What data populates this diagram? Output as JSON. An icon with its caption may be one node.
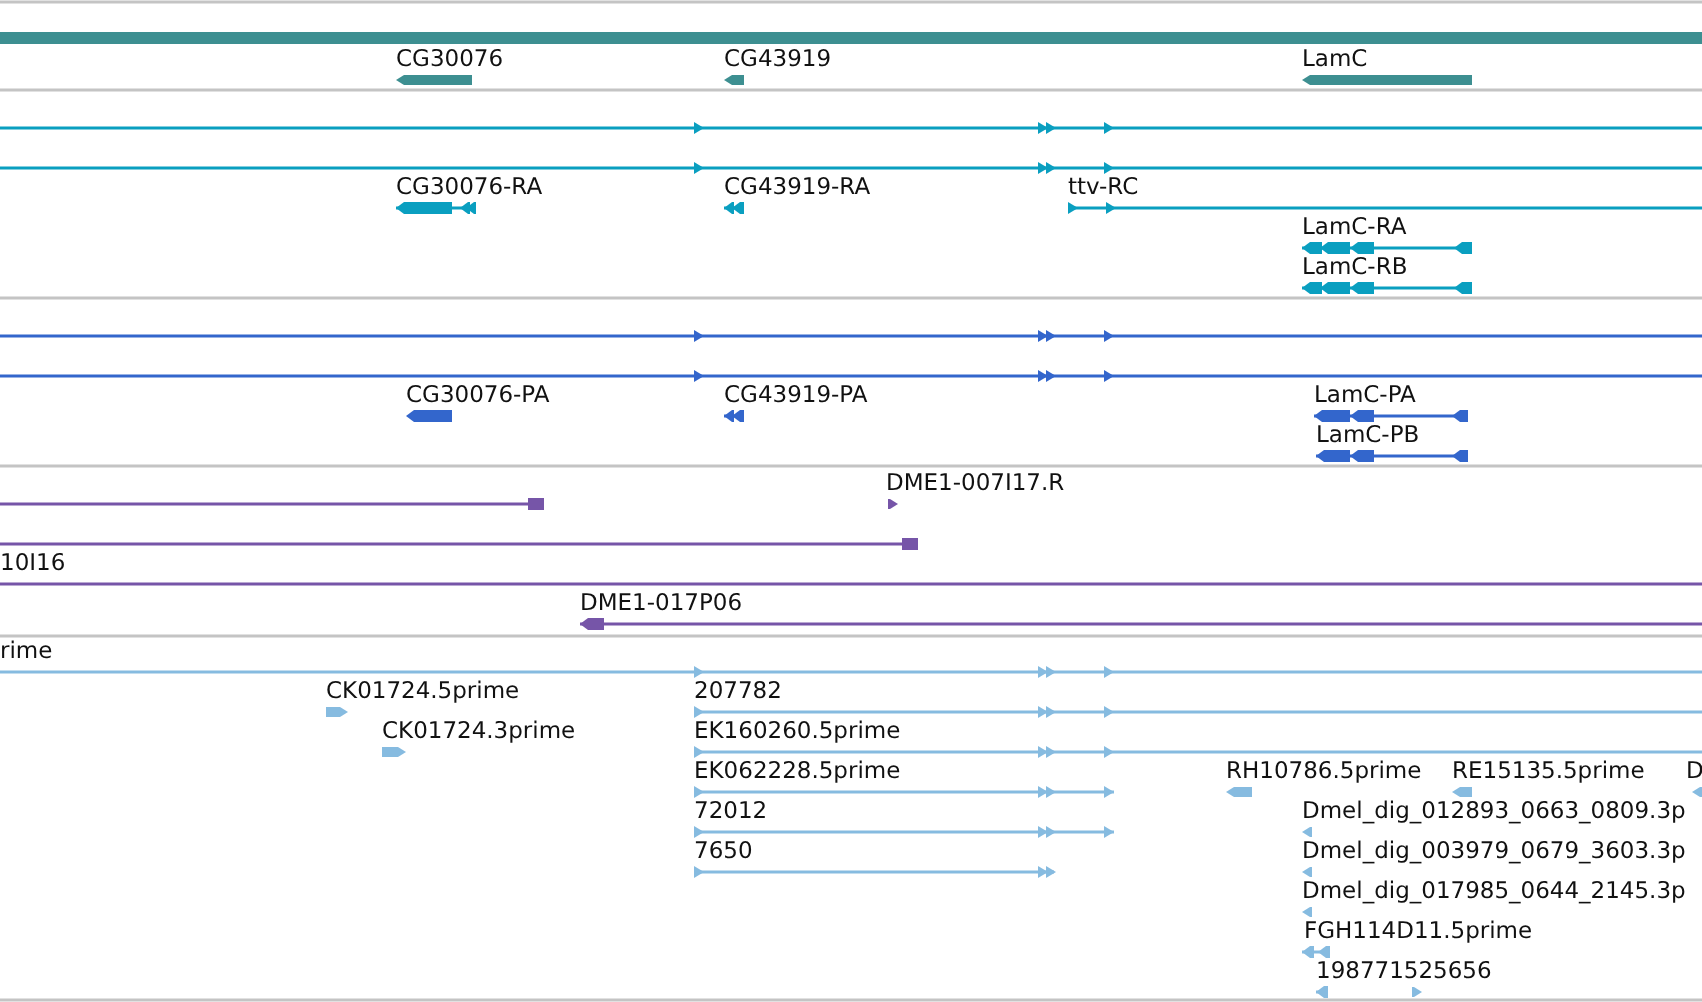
{
  "diagram": {
    "labels": [
      "CG30076",
      "CG43919",
      "LamC",
      "CG30076-RA",
      "CG43919-RA",
      "ttv-RC",
      "LamC-RA",
      "LamC-RB",
      "CG30076-PA",
      "CG43919-PA",
      "LamC-PA",
      "LamC-PB",
      "DME1-007I17.R",
      "10I16",
      "DME1-017P06",
      "rime",
      "CK01724.5prime",
      "207782",
      "CK01724.3prime",
      "EK160260.5prime",
      "EK062228.5prime",
      "RH10786.5prime",
      "RE15135.5prime",
      "D",
      "72012",
      "Dmel_dig_012893_0663_0809.3p",
      "7650",
      "Dmel_dig_003979_0679_3603.3p",
      "Dmel_dig_017985_0644_2145.3p",
      "FGH114D11.5prime",
      "198771525656"
    ]
  }
}
